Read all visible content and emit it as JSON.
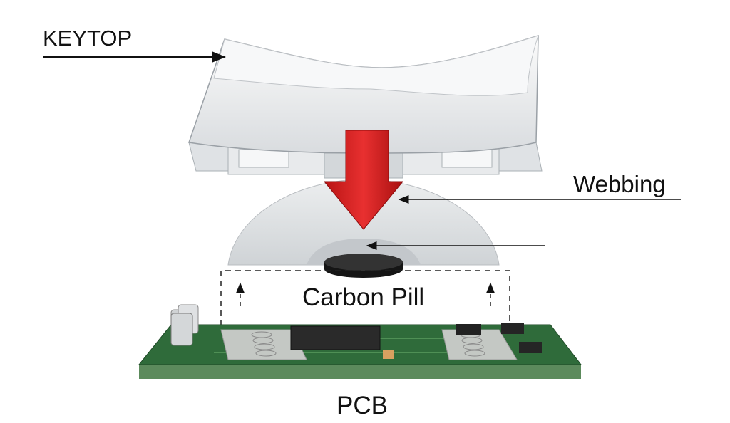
{
  "labels": {
    "keytop": "KEYTOP",
    "webbing": "Webbing",
    "carbon_pill": "Carbon Pill",
    "pcb": "PCB"
  },
  "colors": {
    "arrow": "#d42020",
    "pcb": "#2f6b3a",
    "keycap": "#eceeef",
    "pill": "#222222"
  }
}
